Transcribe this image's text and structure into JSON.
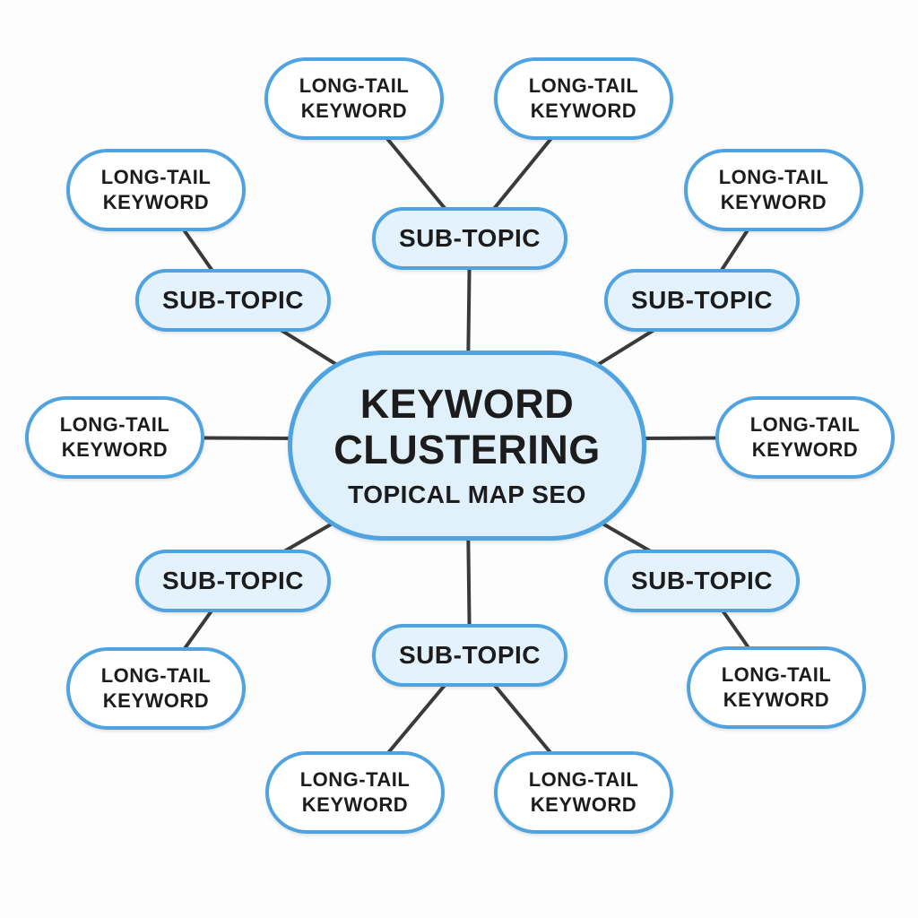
{
  "diagram": {
    "background": "#fdfdfd",
    "colors": {
      "node_border": "#4fa3e0",
      "center_fill": "#e1f1fc",
      "subtopic_fill": "#e3f2fc",
      "longtail_fill": "#ffffff",
      "connector_line": "#3a3a3a",
      "text": "#1c1c1c"
    },
    "center_node": {
      "title": "KEYWORD\nCLUSTERING",
      "subtitle": "TOPICAL MAP SEO"
    },
    "subtopics": [
      {
        "id": "top",
        "label": "SUB-TOPIC"
      },
      {
        "id": "upper-left",
        "label": "SUB-TOPIC"
      },
      {
        "id": "upper-right",
        "label": "SUB-TOPIC"
      },
      {
        "id": "lower-left",
        "label": "SUB-TOPIC"
      },
      {
        "id": "lower-right",
        "label": "SUB-TOPIC"
      },
      {
        "id": "bottom",
        "label": "SUB-TOPIC"
      }
    ],
    "longtail_keywords": [
      {
        "id": "top-left",
        "label": "LONG-TAIL\nKEYWORD"
      },
      {
        "id": "top-right",
        "label": "LONG-TAIL\nKEYWORD"
      },
      {
        "id": "upper-left",
        "label": "LONG-TAIL\nKEYWORD"
      },
      {
        "id": "upper-right",
        "label": "LONG-TAIL\nKEYWORD"
      },
      {
        "id": "mid-left",
        "label": "LONG-TAIL\nKEYWORD"
      },
      {
        "id": "mid-right",
        "label": "LONG-TAIL\nKEYWORD"
      },
      {
        "id": "lower-left",
        "label": "LONG-TAIL\nKEYWORD"
      },
      {
        "id": "lower-right",
        "label": "LONG-TAIL\nKEYWORD"
      },
      {
        "id": "bottom-left",
        "label": "LONG-TAIL\nKEYWORD"
      },
      {
        "id": "bottom-right",
        "label": "LONG-TAIL\nKEYWORD"
      }
    ]
  }
}
